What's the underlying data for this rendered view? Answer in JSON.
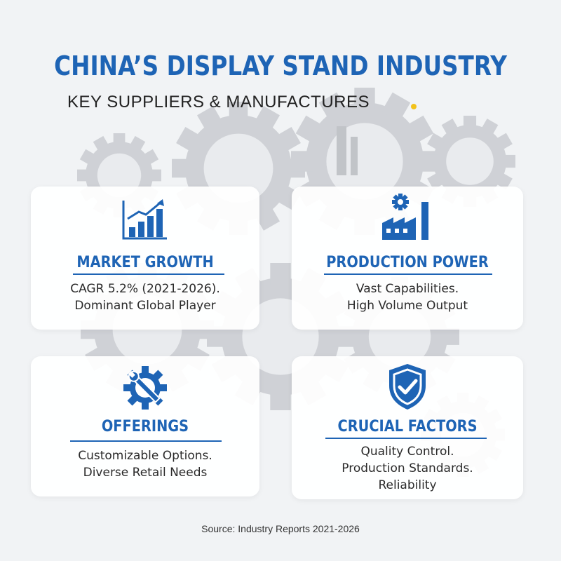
{
  "header": {
    "title": "CHINA’S DISPLAY STAND INDUSTRY",
    "subtitle": "KEY SUPPLIERS & MANUFACTURES"
  },
  "cards": [
    {
      "title": "MARKET GROWTH",
      "lines": [
        "CAGR 5.2% (2021-2026).",
        "Dominant Global Player"
      ],
      "icon": "bar-chart-growth-icon"
    },
    {
      "title": "PRODUCTION POWER",
      "lines": [
        "Vast Capabilities.",
        "High Volume Output"
      ],
      "icon": "factory-gear-icon"
    },
    {
      "title": "OFFERINGS",
      "lines": [
        "Customizable Options.",
        "Diverse Retail Needs"
      ],
      "icon": "gear-wrench-icon"
    },
    {
      "title": "CRUCIAL FACTORS",
      "lines": [
        "Quality Control.",
        "Production Standards.",
        "Reliability"
      ],
      "icon": "shield-check-icon"
    }
  ],
  "footer": {
    "source": "Source: Industry Reports 2021-2026"
  },
  "colors": {
    "accent": "#1e64b5",
    "highlight": "#f2c21b",
    "background": "#f1f3f5",
    "gear": "#c9ccd0"
  }
}
